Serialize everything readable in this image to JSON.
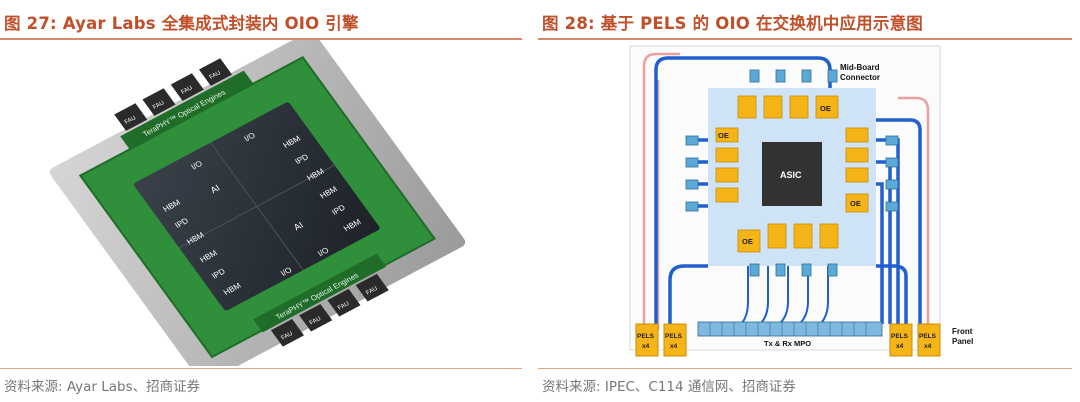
{
  "figure_left": {
    "title": "图 27:  Ayar Labs 全集成式封装内 OIO 引擎",
    "source": "资料来源:  Ayar Labs、招商证券",
    "chip": {
      "engine_label": "TeraPHY™ Optical Engines",
      "fau_label": "FAU",
      "io_label": "I/O",
      "hbm_label": "HBM",
      "ipd_label": "IPD",
      "ai_label": "AI"
    }
  },
  "figure_right": {
    "title": "图 28:  基于 PELS 的 OIO 在交换机中应用示意图",
    "source": "资料来源:  IPEC、C114 通信网、招商证券",
    "diagram": {
      "connector_label_line1": "Mid-Board",
      "connector_label_line2": "Connector",
      "asic_label": "ASIC",
      "oe_label": "OE",
      "pels_label_line1": "PELS",
      "pels_label_line2": "x4",
      "mpo_label": "Tx & Rx MPO",
      "front_panel_line1": "Front",
      "front_panel_line2": "Panel"
    }
  },
  "colors": {
    "title_red": "#c0502a",
    "board_green": "#2f8f3a",
    "frame_gray": "#b8b8b8",
    "die_dark": "#2b3138",
    "diagram_blue": "#1f5fd0",
    "light_blue": "#cfe3f7",
    "oe_orange": "#f5b418",
    "pink_line": "#e8a0a0"
  }
}
